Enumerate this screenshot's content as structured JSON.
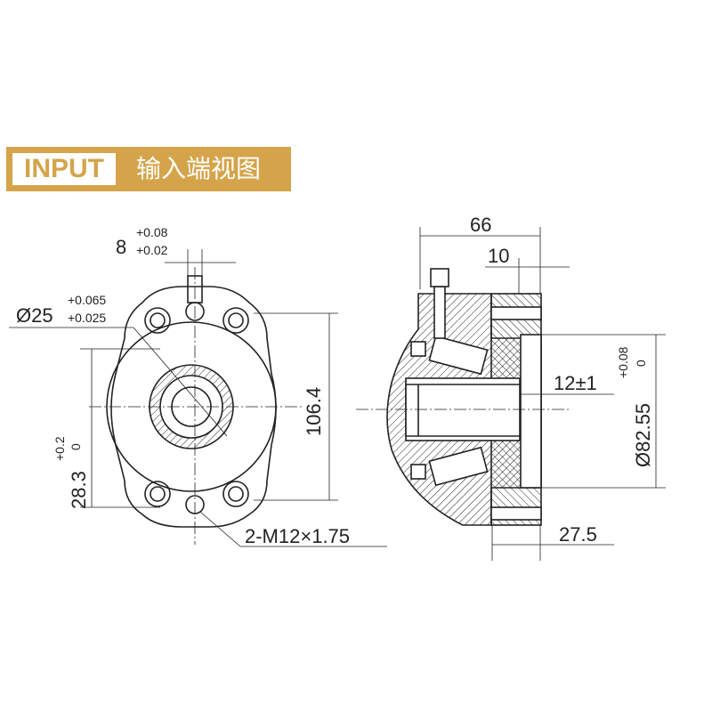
{
  "header": {
    "tag": "INPUT",
    "title": "输入端视图",
    "accent": "#d5a44a"
  },
  "front_view": {
    "keyway_width": "8",
    "keyway_tol_upper": "+0.08",
    "keyway_tol_lower": "+0.02",
    "shaft_dia": "Ø25",
    "shaft_tol_upper": "+0.065",
    "shaft_tol_lower": "+0.025",
    "height_dim": "106.4",
    "key_height": "28.3",
    "key_tol_upper": "+0.2",
    "key_tol_lower": "0",
    "thread_callout": "2-M12×1.75"
  },
  "side_view": {
    "overall_length": "66",
    "flange_thickness": "10",
    "shaft_recess": "12±1",
    "pilot_dia": "Ø82.55",
    "pilot_tol_upper": "+0.08",
    "pilot_tol_lower": "0",
    "pilot_length": "27.5"
  }
}
